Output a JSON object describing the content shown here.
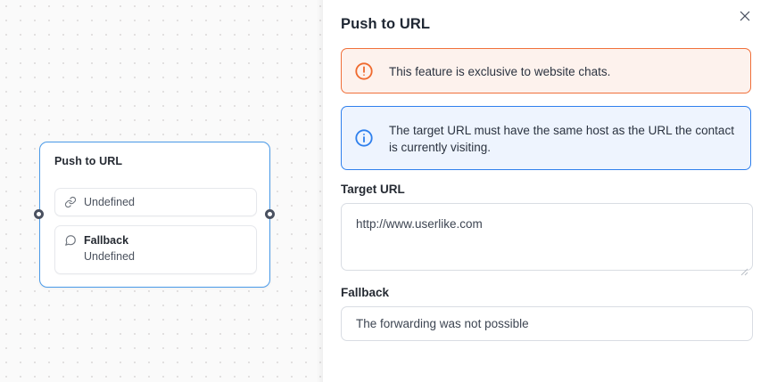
{
  "canvas": {
    "node": {
      "title": "Push to URL",
      "url_row": {
        "icon": "link-icon",
        "value": "Undefined"
      },
      "fallback_row": {
        "icon": "chat-bubble-icon",
        "label": "Fallback",
        "value": "Undefined"
      },
      "handles": {
        "left": "input-handle",
        "right": "output-handle"
      }
    }
  },
  "panel": {
    "title": "Push to URL",
    "close_icon": "close-icon",
    "alerts": [
      {
        "type": "warning",
        "icon": "alert-circle-icon",
        "text": "This feature is exclusive to website chats.",
        "border_color": "#f0703a",
        "background_color": "#fdf2ed",
        "icon_color": "#ef6a2e"
      },
      {
        "type": "info",
        "icon": "info-circle-icon",
        "text": "The target URL must have the same host as the URL the contact is currently visiting.",
        "border_color": "#2f80ed",
        "background_color": "#eef4fe",
        "icon_color": "#2f80ed"
      }
    ],
    "fields": {
      "target_url": {
        "label": "Target URL",
        "value": "http://www.userlike.com",
        "placeholder": ""
      },
      "fallback": {
        "label": "Fallback",
        "value": "The forwarding was not possible",
        "placeholder": ""
      }
    }
  }
}
